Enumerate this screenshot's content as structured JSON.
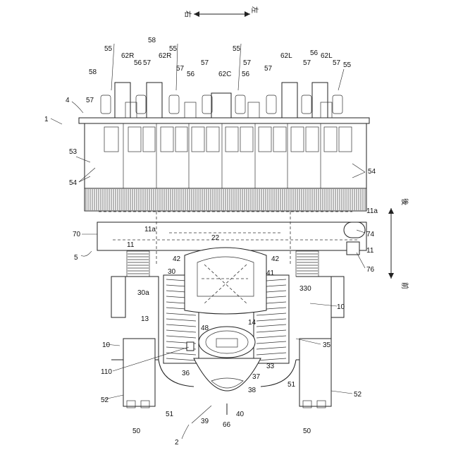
{
  "figure": {
    "direction_top": {
      "right": "右",
      "left": "左"
    },
    "direction_side": {
      "front": "前",
      "rear": "後"
    },
    "labels": {
      "l1": "1",
      "l2": "2",
      "l4": "4",
      "l5": "5",
      "l10a": "10",
      "l10b": "10",
      "l11a": "11",
      "l11b": "11",
      "l11a_a": "11a",
      "l11a_b": "11a",
      "l13": "13",
      "l14": "14",
      "l22": "22",
      "l30": "30",
      "l30a": "30a",
      "l33": "33",
      "l330": "330",
      "l35": "35",
      "l36": "36",
      "l37": "37",
      "l38": "38",
      "l39": "39",
      "l40": "40",
      "l41": "41",
      "l42a": "42",
      "l42b": "42",
      "l48": "48",
      "l50a": "50",
      "l50b": "50",
      "l51a": "51",
      "l51b": "51",
      "l52a": "52",
      "l52b": "52",
      "l53": "53",
      "l54a": "54",
      "l54b": "54",
      "l55a": "55",
      "l55b": "55",
      "l55c": "55",
      "l55d": "55",
      "l56a": "56",
      "l56b": "56",
      "l56c": "56",
      "l56d": "56",
      "l57a": "57",
      "l57b": "57",
      "l57c": "57",
      "l57d": "57",
      "l57e": "57",
      "l57f": "57",
      "l57g": "57",
      "l57h": "57",
      "l58a": "58",
      "l58b": "58",
      "l62Ra": "62R",
      "l62Rb": "62R",
      "l62C": "62C",
      "l62La": "62L",
      "l62Lb": "62L",
      "l66": "66",
      "l70": "70",
      "l74": "74",
      "l76": "76",
      "l110": "110"
    }
  }
}
